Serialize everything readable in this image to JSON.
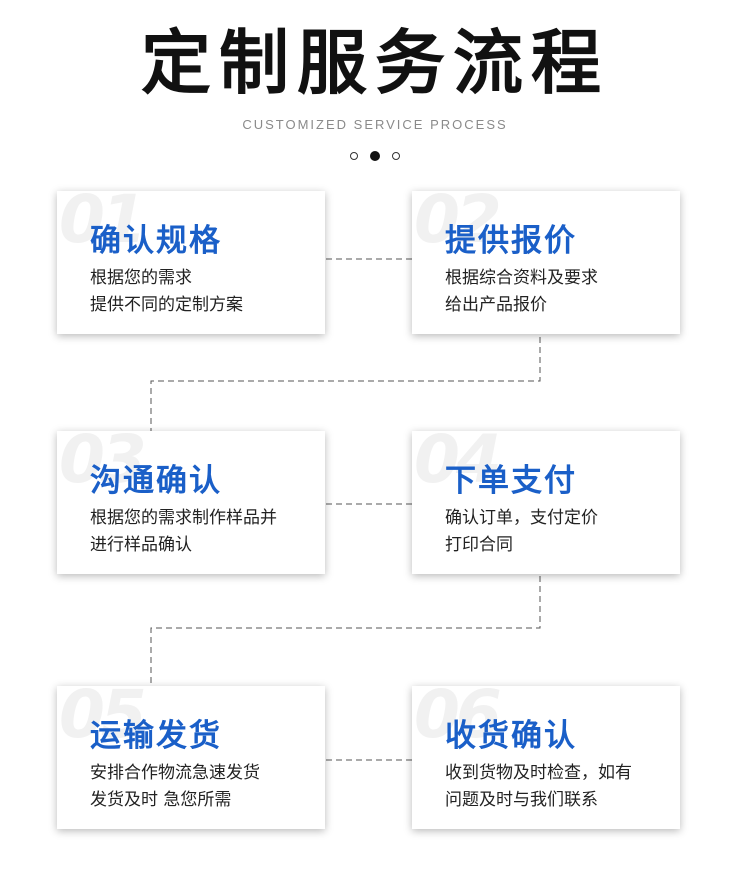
{
  "header": {
    "title": "定制服务流程",
    "subtitle": "CUSTOMIZED SERVICE PROCESS"
  },
  "steps": [
    {
      "num": "01",
      "title": "确认规格",
      "line1": "根据您的需求",
      "line2": "提供不同的定制方案"
    },
    {
      "num": "02",
      "title": "提供报价",
      "line1": "根据综合资料及要求",
      "line2": "给出产品报价"
    },
    {
      "num": "03",
      "title": "沟通确认",
      "line1": "根据您的需求制作样品并",
      "line2": "进行样品确认"
    },
    {
      "num": "04",
      "title": "下单支付",
      "line1": "确认订单，支付定价",
      "line2": "打印合同"
    },
    {
      "num": "05",
      "title": "运输发货",
      "line1": "安排合作物流急速发货",
      "line2": "发货及时 急您所需"
    },
    {
      "num": "06",
      "title": "收货确认",
      "line1": "收到货物及时检查，如有",
      "line2": "问题及时与我们联系"
    }
  ],
  "colors": {
    "accent": "#1a5fc8",
    "title": "#111111"
  }
}
